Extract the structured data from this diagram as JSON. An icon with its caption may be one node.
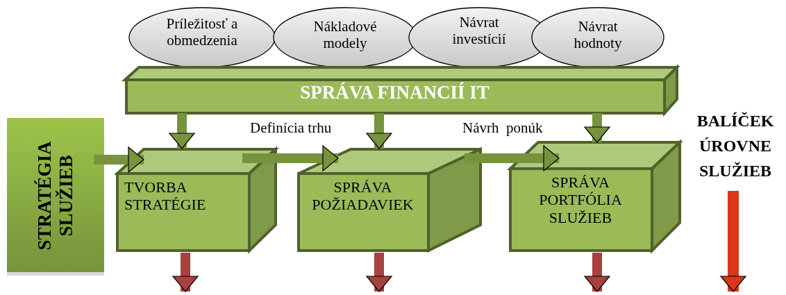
{
  "diagram": {
    "nodes": [
      {
        "text": [
          "Príležitosť a obmedzenia"
        ]
      },
      {
        "text": [
          "Nákladové modely"
        ]
      },
      {
        "text": [
          "Návrat investícií"
        ]
      },
      {
        "text": [
          "Návrat hodnoty"
        ]
      },
      {
        "text": [
          "SPRÁVA FINANCIÍ IT"
        ]
      },
      {
        "text": [
          "STRATÉGIA SLUŽIEB"
        ]
      },
      {
        "text": [
          "TVORBA STRATÉGIE"
        ]
      },
      {
        "text": [
          "SPRÁVA POŽIADAVIEK"
        ]
      },
      {
        "text": [
          "SPRÁVA PORTFÓLIA SLUŽIEB"
        ]
      },
      {
        "text": [
          "BALÍČEK ÚROVNE SLUŽIEB"
        ]
      }
    ],
    "edges": [
      {
        "from": 4,
        "to": 6,
        "arrow": "to"
      },
      {
        "from": 4,
        "to": 7,
        "arrow": "to"
      },
      {
        "from": 4,
        "to": 8,
        "arrow": "to"
      },
      {
        "from": 5,
        "to": 6,
        "arrow": "to"
      },
      {
        "from": 6,
        "to": 7,
        "arrow": "to",
        "label": "Definícia trhu"
      },
      {
        "from": 7,
        "to": 8,
        "arrow": "to",
        "label": "Návrh  ponúk"
      },
      {
        "from": 6,
        "to": null,
        "arrow": "to",
        "color": "#a8403f"
      },
      {
        "from": 7,
        "to": null,
        "arrow": "to",
        "color": "#a8403f"
      },
      {
        "from": 8,
        "to": null,
        "arrow": "to",
        "color": "#a8403f"
      },
      {
        "from": 9,
        "to": null,
        "arrow": "to",
        "color": "#d9361a"
      }
    ]
  }
}
